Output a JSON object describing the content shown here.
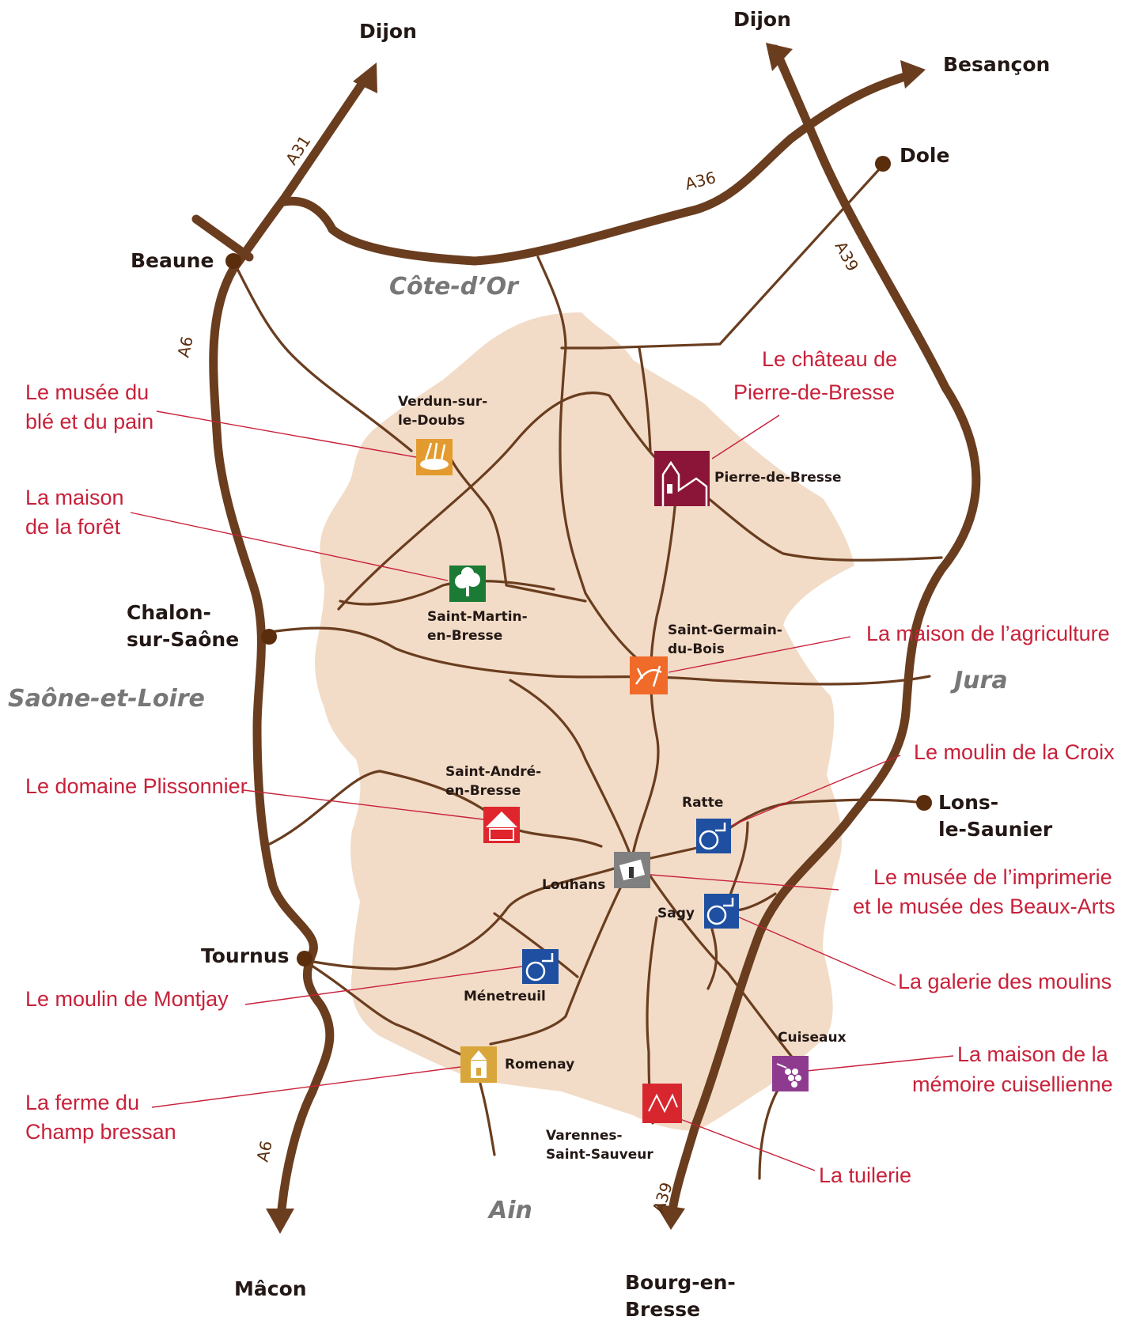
{
  "regions": {
    "cote_dor": "Côte-d’Or",
    "saone_et_loire": "Saône-et-Loire",
    "jura": "Jura",
    "ain": "Ain"
  },
  "highways": {
    "a31": "A31",
    "a36": "A36",
    "a39_top": "A39",
    "a39_bottom": "A39",
    "a6_top": "A6",
    "a6_bottom": "A6"
  },
  "cities": {
    "dijon_left": "Dijon",
    "dijon_right": "Dijon",
    "besancon": "Besançon",
    "dole": "Dole",
    "beaune": "Beaune",
    "chalon": [
      "Chalon-",
      "sur-Saône"
    ],
    "lons": [
      "Lons-",
      "le-Saunier"
    ],
    "tournus": "Tournus",
    "macon": "Mâcon",
    "bourg": [
      "Bourg-en-",
      "Bresse"
    ]
  },
  "towns": {
    "verdun": [
      "Verdun-sur-",
      "le-Doubs"
    ],
    "pierre": "Pierre-de-Bresse",
    "saint_martin": [
      "Saint-Martin-",
      "en-Bresse"
    ],
    "saint_germain": [
      "Saint-Germain-",
      "du-Bois"
    ],
    "saint_andre": [
      "Saint-André-",
      "en-Bresse"
    ],
    "ratte": "Ratte",
    "louhans": "Louhans",
    "sagy": "Sagy",
    "menetreuil": "Ménetreuil",
    "romenay": "Romenay",
    "cuiseaux": "Cuiseaux",
    "varennes": [
      "Varennes-",
      "Saint-Sauveur"
    ]
  },
  "points_of_interest": {
    "musee_ble": [
      "Le musée du",
      "blé et du pain"
    ],
    "chateau": [
      "Le château de",
      "Pierre-de-Bresse"
    ],
    "maison_foret": [
      "La maison",
      "de la forêt"
    ],
    "agriculture": "La maison de l’agriculture",
    "moulin_croix": "Le moulin de la Croix",
    "plissonnier": "Le domaine Plissonnier",
    "imprimerie": [
      "Le musée de l’imprimerie",
      "et le musée des Beaux-Arts"
    ],
    "galerie_moulins": "La galerie des moulins",
    "moulin_montjay": "Le moulin de Montjay",
    "memoire": [
      "La maison de la",
      "mémoire cuisellienne"
    ],
    "ferme": [
      "La ferme du",
      "Champ bressan"
    ],
    "tuilerie": "La tuilerie"
  },
  "icons": {
    "musee_ble": {
      "name": "wheat-bread-icon",
      "color": "#e39b2f"
    },
    "chateau": {
      "name": "castle-icon",
      "color": "#8a1538"
    },
    "maison_foret": {
      "name": "tree-icon",
      "color": "#1b7a34"
    },
    "agriculture": {
      "name": "agriculture-icon",
      "color": "#f06a2a"
    },
    "plissonnier": {
      "name": "farmhouse-icon",
      "color": "#e0262c"
    },
    "moulin_croix": {
      "name": "watermill-icon",
      "color": "#1f4fa0"
    },
    "imprimerie": {
      "name": "printing-press-icon",
      "color": "#808080"
    },
    "galerie_moulins": {
      "name": "watermill-icon",
      "color": "#1f4fa0"
    },
    "moulin_montjay": {
      "name": "watermill-icon",
      "color": "#1f4fa0"
    },
    "ferme": {
      "name": "farm-tower-icon",
      "color": "#d9a63c"
    },
    "memoire": {
      "name": "grapes-icon",
      "color": "#8e3b8f"
    },
    "tuilerie": {
      "name": "tile-works-icon",
      "color": "#d8262f"
    }
  },
  "colors": {
    "bresse_area": "#f2dcc7",
    "roads": "#6a3d1f",
    "poi_text": "#c8213a",
    "region_text": "#777777"
  }
}
